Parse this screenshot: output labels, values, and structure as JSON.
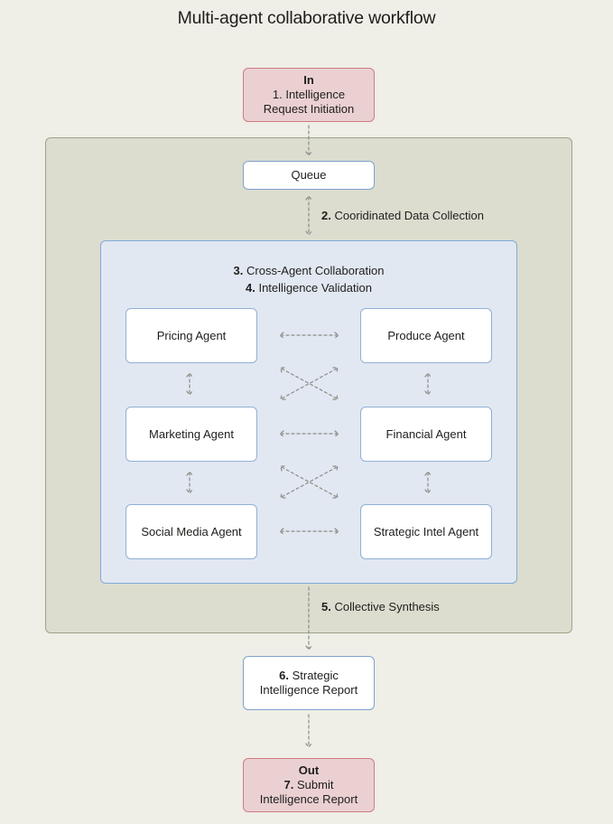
{
  "title": "Multi-agent collaborative workflow",
  "in_box": {
    "heading": "In",
    "line1": "1. Intelligence",
    "line2": "Request Initiation"
  },
  "queue": "Queue",
  "step2": {
    "num": "2.",
    "text": "Cooridinated Data Collection"
  },
  "step3": {
    "num": "3.",
    "text": "Cross-Agent Collaboration"
  },
  "step4": {
    "num": "4.",
    "text": "Intelligence Validation"
  },
  "agents": {
    "pricing": "Pricing Agent",
    "produce": "Produce Agent",
    "marketing": "Marketing Agent",
    "financial": "Financial Agent",
    "social": "Social Media Agent",
    "strategic": "Strategic Intel Agent"
  },
  "step5": {
    "num": "5.",
    "text": "Collective Synthesis"
  },
  "report": {
    "num": "6.",
    "line1": "Strategic",
    "line2": "Intelligence Report"
  },
  "out_box": {
    "heading": "Out",
    "num": "7.",
    "line1": "Submit",
    "line2": "Intelligence Report"
  },
  "colors": {
    "background": "#efeee7",
    "io_fill": "#ebd0d2",
    "io_border": "#cf7d84",
    "group_fill": "#dcddcf",
    "group_border": "#9ea48a",
    "agents_fill": "#e1e8f2",
    "agents_border": "#82a9d6",
    "connector": "#8a8d84"
  }
}
